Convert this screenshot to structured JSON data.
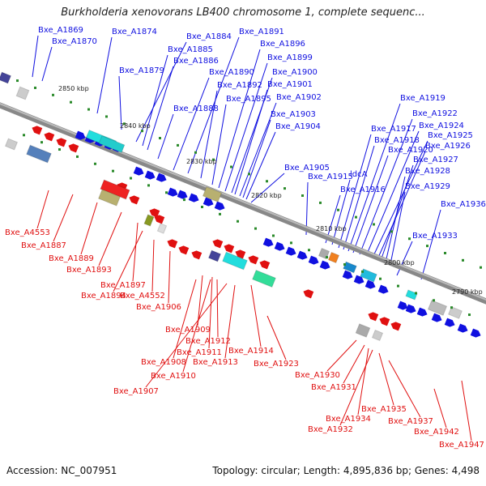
{
  "title": "Burkholderia xenovorans LB400 chromosome 1, complete sequenc...",
  "footer": {
    "accession": "Accession: NC_007951",
    "summary": "Topology: circular; Length: 4,895,836 bp; Genes: 4,498"
  },
  "colors": {
    "forward": "#1010e0",
    "reverse": "#e01010",
    "backbone": "#888888",
    "spacer": "#2a8a2a"
  },
  "scale_ticks": [
    "2850 kbp",
    "2840 kbp",
    "2830 kbp",
    "2820 kbp",
    "2810 kbp",
    "2800 kbp",
    "2790 kbp"
  ],
  "forward_labels": [
    "Bxe_A1869",
    "Bxe_A1870",
    "Bxe_A1874",
    "Bxe_A1879",
    "Bxe_A1884",
    "Bxe_A1885",
    "Bxe_A1886",
    "Bxe_A1888",
    "Bxe_A1890",
    "Bxe_A1891",
    "Bxe_A1892",
    "Bxe_A1895",
    "Bxe_A1896",
    "Bxe_A1899",
    "Bxe_A1900",
    "Bxe_A1901",
    "Bxe_A1902",
    "Bxe_A1903",
    "Bxe_A1904",
    "Bxe_A1905",
    "Bxe_A1915",
    "Bxe_A1916",
    "ldcA",
    "Bxe_A1917",
    "Bxe_A1918",
    "Bxe_A1919",
    "Bxe_A1920",
    "Bxe_A1922",
    "Bxe_A1924",
    "Bxe_A1925",
    "Bxe_A1926",
    "Bxe_A1927",
    "Bxe_A1928",
    "Bxe_A1929",
    "Bxe_A1933",
    "Bxe_A1936"
  ],
  "reverse_labels": [
    "Bxe_A4553",
    "Bxe_A1887",
    "Bxe_A1889",
    "Bxe_A1893",
    "Bxe_A1897",
    "Bxe_A1894",
    "Bxe_A4552",
    "Bxe_A1906",
    "Bxe_A1909",
    "Bxe_A1912",
    "Bxe_A1911",
    "Bxe_A1914",
    "Bxe_A1908",
    "Bxe_A1913",
    "Bxe_A1910",
    "Bxe_A1907",
    "Bxe_A1923",
    "Bxe_A1930",
    "Bxe_A1931",
    "Bxe_A1934",
    "Bxe_A1932",
    "Bxe_A1935",
    "Bxe_A1937",
    "Bxe_A1942",
    "Bxe_A1947"
  ]
}
